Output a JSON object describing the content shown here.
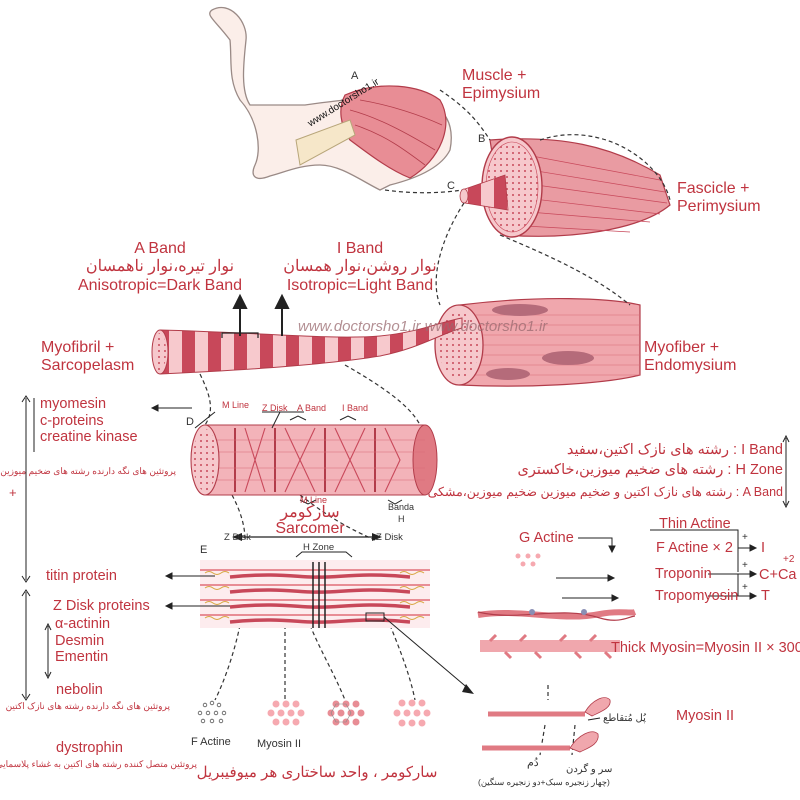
{
  "colors": {
    "muscle": "#e07a83",
    "muscle_dark": "#b23c4a",
    "label": "#c0343f",
    "pale": "#f6c8cc",
    "skin": "#fbeee9"
  },
  "watermarks": {
    "arm": "www.doctorsho1.ir",
    "center": "www.doctorsho1.ir  www.doctorsho1.ir"
  },
  "panel_letters": {
    "a": "A",
    "b": "B",
    "c": "C",
    "d": "D",
    "e": "E"
  },
  "top": {
    "muscle": [
      "Muscle +",
      "Epimysium"
    ],
    "fascicle": [
      "Fascicle +",
      "Perimysium"
    ],
    "myofiber": [
      "Myofiber +",
      "Endomysium"
    ],
    "myofibril": [
      "Myofibril +",
      "Sarcopelasm"
    ]
  },
  "bands": {
    "a_band": {
      "title": "A Band",
      "fa": "نوار تیره،نوار ناهمسان",
      "en": "Anisotropic=Dark Band"
    },
    "i_band": {
      "title": "I Band",
      "fa": "نوار روشن،نوار همسان",
      "en": "Isotropic=Light Band"
    }
  },
  "myofibril_labels": {
    "m_line": "M Line",
    "z_disk": "Z Disk",
    "a_band": "A Band",
    "i_band": "I Band",
    "m_line_bottom": "M Line",
    "band_a": "Banda",
    "band_h": "H",
    "sarcomer_fa": "سارکومر",
    "sarcomer_en": "Sarcomer"
  },
  "left_proteins": {
    "group1": [
      "myomesin",
      "c-proteins",
      "creatine kinase"
    ],
    "group1_note": "پروتئین های نگه دارنده رشته های ضخیم میوزین",
    "plus": "+",
    "titin": "titin protein",
    "zdisk": "Z Disk proteins",
    "zdisk_items": [
      "α-actinin",
      "Desmin",
      "Ementin"
    ],
    "nebolin": "nebolin",
    "nebolin_note": "پروتئین های نگه دارنده رشته های نازک اکتین",
    "dystrophin": "dystrophin",
    "dystrophin_note": "پروتئین  متصل کننده رشته های اکتین به غشاء پلاسمایی"
  },
  "right_bands": [
    {
      "key": "I Band",
      "fa": "رشته های نازک اکتین،سفید"
    },
    {
      "key": "H Zone",
      "fa": "رشته های ضخیم میوزین،خاکستری"
    },
    {
      "key": "A Band",
      "fa": "رشته های نازک اکتین و ضخیم میوزین ضخیم میوزین،مشکی"
    }
  ],
  "sarcomere": {
    "z_left": "Z Disk",
    "z_right": "Z Disk",
    "h_zone": "H Zone"
  },
  "actin": {
    "g_actine": "G Actine",
    "thin_actine": "Thin Actine",
    "f_actine": "F Actine × 2",
    "troponin": "Troponin",
    "tropomyosin": "Tropomyosin",
    "plus1": "+",
    "plus2": "+",
    "plus3": "+",
    "i_letter": "I",
    "c_letter": "C+Ca",
    "ca_sup": "+2",
    "t_letter": "T"
  },
  "myosin": {
    "thick": "Thick Myosin=Myosin II × 300",
    "myosin2": "Myosin II",
    "pol": "پُل مُتقاطع",
    "tail": "دُم",
    "tail_note": "(چهار زنجیره سبک+دو زنجیره سنگین)",
    "head": "سر و گردن"
  },
  "cross_sections": [
    "F Actine",
    "Myosin II"
  ],
  "bottom_title": "سارکومر ، واحد ساختاری هر میوفیبریل"
}
